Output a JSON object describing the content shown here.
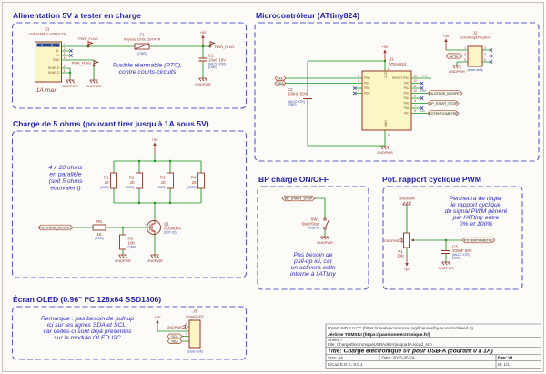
{
  "nets": {
    "gnd": "GNDPWR",
    "p5v": "+5V",
    "pwr_flag": "PWR_FLAG",
    "scl": "SCL",
    "sda": "SDA",
    "updi": "UPDI",
    "pilotage_mosfet": "PILOTAGE_MOSFET",
    "bp_start_stop": "BP_START_STOP",
    "potentiometre": "POTENTIOMETRE"
  },
  "sections": {
    "alim": {
      "title": "Alimentation 5V à tester en charge",
      "j1": {
        "ref": "J1",
        "value": "USB-B-MALE-HORIZ-TH",
        "note": "1A max",
        "pins": [
          {
            "name": "VCC",
            "num": "1"
          },
          {
            "name": "D-",
            "num": "2"
          },
          {
            "name": "D+",
            "num": "3"
          },
          {
            "name": "GND",
            "num": "4"
          },
          {
            "name": "SHIELD",
            "num": "5"
          },
          {
            "name": "SHIELD",
            "num": "6"
          }
        ]
      },
      "f1": {
        "ref": "F1",
        "value": "Polyfuse 1206L150THYR",
        "note": "(CMS)"
      },
      "fuse_note": [
        "Fusible réarmable (PTC),",
        "contre courts-circuits"
      ],
      "c1": {
        "ref": "C1",
        "value": "10uF 16V",
        "note1": "(MLCC X7R)",
        "note2": "(CMS)"
      }
    },
    "micro": {
      "title": "Microcontrôleur (ATtiny824)",
      "u1": {
        "ref": "U1",
        "value": "ATtiny824",
        "vcc_name": "VCC",
        "vcc_num": "1",
        "gnd_name": "GND",
        "gnd_num": "14",
        "left_pins": [
          {
            "name": "PB0",
            "num": "9"
          },
          {
            "name": "PB1",
            "num": "8"
          },
          {
            "name": "PB2",
            "num": "7"
          },
          {
            "name": "PB3",
            "num": "6"
          }
        ],
        "right_pins": [
          {
            "name": "RESET/PA0",
            "num": "13",
            "func": "UPDI"
          },
          {
            "name": "PA1",
            "num": "12"
          },
          {
            "name": "PA2",
            "num": "11"
          },
          {
            "name": "PA3",
            "num": "10",
            "func": "PWM"
          },
          {
            "name": "PA4",
            "num": "2"
          },
          {
            "name": "PA5",
            "num": "3"
          },
          {
            "name": "PA6",
            "num": "4"
          },
          {
            "name": "PA7",
            "num": "5",
            "func": "ADC"
          }
        ]
      },
      "c2": {
        "ref": "C2",
        "value": "100nF 50V",
        "note1": "(MLCC X7R)",
        "note2": "(CMS)"
      },
      "j2": {
        "ref": "J2",
        "value": "ConnProgATtiny824",
        "note": "(socle droit)",
        "left_nums": [
          "1",
          "3",
          "5"
        ],
        "right_nums": [
          "2",
          "4",
          "6"
        ]
      }
    },
    "charge": {
      "title": "Charge de 5 ohms (pouvant tirer jusqu'à 1A sous 5V)",
      "note": [
        "4 x 20 ohms",
        "en parallèle",
        "(soit 5 ohms",
        "équivalent)"
      ],
      "resistors": [
        {
          "ref": "R1",
          "value": "20",
          "note": "(CMS)"
        },
        {
          "ref": "R2",
          "value": "20",
          "note": "(CMS)"
        },
        {
          "ref": "R3",
          "value": "20",
          "note": "(CMS)"
        },
        {
          "ref": "R4",
          "value": "20",
          "note": "(CMS)"
        }
      ],
      "r5": {
        "ref": "R5",
        "value": "1K",
        "note": "(CMS)"
      },
      "r6": {
        "ref": "R6",
        "value": "10K",
        "note": "(CMS)"
      },
      "q1": {
        "ref": "Q1",
        "value": "AO3400A",
        "note": "(SOT-23)",
        "gate_num": "1"
      }
    },
    "bp": {
      "title": "BP charge ON/OFF",
      "sw1": {
        "ref": "SW1",
        "value": "Start/Stop",
        "note": "(6x6mm)"
      },
      "note": [
        "Pas besoin de",
        "pull-up ici, car",
        "on activera celle",
        "interne à l'ATtiny"
      ]
    },
    "pot": {
      "title": "Pot. rapport cyclique PWM",
      "p1": {
        "ref": "P1",
        "value": "10K"
      },
      "c3": {
        "ref": "C3",
        "value": "100nF 50V",
        "note1": "(MLCC X7R)",
        "note2": "(CMS)"
      },
      "note": [
        "Permettra de régler",
        "le rapport cyclique",
        "du signal PWM généré",
        "par l'ATtiny entre",
        "0% et 100%"
      ]
    },
    "oled": {
      "title": "Écran OLED (0.96\" I²C 128x64 SSD1306)",
      "j3": {
        "ref": "J3",
        "value": "EcranOLED",
        "note": "(socle droit)",
        "pin_nums": [
          "1",
          "2",
          "3",
          "4"
        ]
      },
      "note": [
        "Remarque : pas besoin de pull-up",
        "ici sur les lignes SDA et SCL,",
        "car celles-ci sont déjà présentes",
        "sur le module OLED I2C"
      ]
    }
  },
  "titleblock": {
    "license": "BY-NC-ND 4.0 CC (https://creativecommons.org/licenses/by-nc-nd/4.0/deed.fr)",
    "author": "Jérôme TOMSKI (https://passionelectronique.fr/)",
    "sheet": "Sheet: /",
    "file": "File: ChargeElectroniqueUSBAde5Vjusqua1A.kicad_sch",
    "title": "Title: Charge électronique 5V pour USB-A (courant 0 à 1A)",
    "size": "Size: A4",
    "date": "Date: 2025-05-24",
    "rev": "Rev: V1",
    "kicad": "KiCad E.D.A. 9.0.1",
    "id": "Id: 1/1"
  },
  "colors": {
    "wire": "#159415",
    "component": "#96352a",
    "body_fill": "#fcf6c6",
    "section_title": "#1f1fae",
    "note_text": "#2b2bc4",
    "section_border": "#5b5bd0"
  }
}
